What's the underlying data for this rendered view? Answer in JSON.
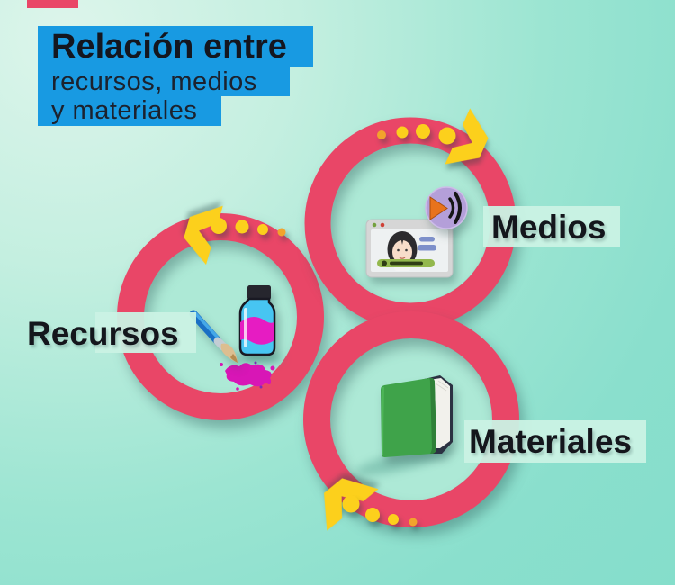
{
  "title": {
    "heading": "Relación entre",
    "sub1": "recursos, medios",
    "sub2": "y materiales"
  },
  "nodes": {
    "recursos": {
      "label": "Recursos",
      "icon": "ink-bottle-paintbrush-icon"
    },
    "medios": {
      "label": "Medios",
      "icon": "video-player-speaker-icon"
    },
    "materiales": {
      "label": "Materiales",
      "icon": "green-book-icon"
    }
  },
  "colors": {
    "background_light": "#ddf5eb",
    "background_deep": "#8adfcd",
    "ring_pink": "#e94667",
    "inner_disc": "#ade9d6",
    "arrow_yellow": "#fcd01c",
    "dot_orange": "#f2a32c",
    "title_bar_blue": "#189ae2",
    "label_box_teal": "#caf2e4",
    "text_dark": "#14161f",
    "book_green": "#3fa34a",
    "speaker_purple": "#b49fd9",
    "speaker_horn_orange": "#e8731c",
    "bottle_blue": "#47c5f2",
    "paint_magenta": "#d816b6"
  }
}
